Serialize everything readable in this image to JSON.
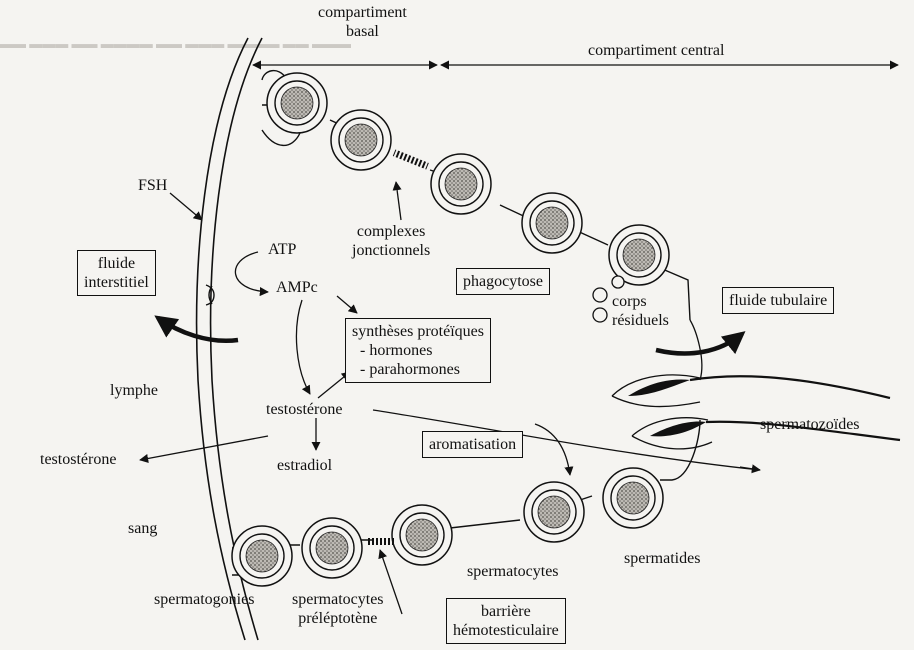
{
  "labels": {
    "compartiment_basal": "compartiment\nbasal",
    "compartiment_central": "compartiment central",
    "fsh": "FSH",
    "atp": "ATP",
    "ampc": "AMPc",
    "complexes_jonctionnels": "complexes\njonctionnels",
    "fluide_interstitiel": "fluide\ninterstitiel",
    "phagocytose": "phagocytose",
    "corps_residuels": "corps\nrésiduels",
    "fluide_tubulaire": "fluide tubulaire",
    "syntheses": "synthèses protéïques\n  - hormones\n  - parahormones",
    "lymphe": "lymphe",
    "testosterone_center": "testostérone",
    "testosterone_left": "testostérone",
    "aromatisation": "aromatisation",
    "estradiol": "estradiol",
    "spermatozoides": "spermatozoïdes",
    "sang": "sang",
    "spermatides": "spermatides",
    "spermatocytes": "spermatocytes",
    "spermatogonies": "spermatogonies",
    "spermatocytes_preleptotene": "spermatocytes\npréléptotène",
    "barriere": "barrière\nhémotesticulaire"
  },
  "colors": {
    "ink": "#111111",
    "paper": "#f5f4f1",
    "stipple": "#8a8782"
  }
}
